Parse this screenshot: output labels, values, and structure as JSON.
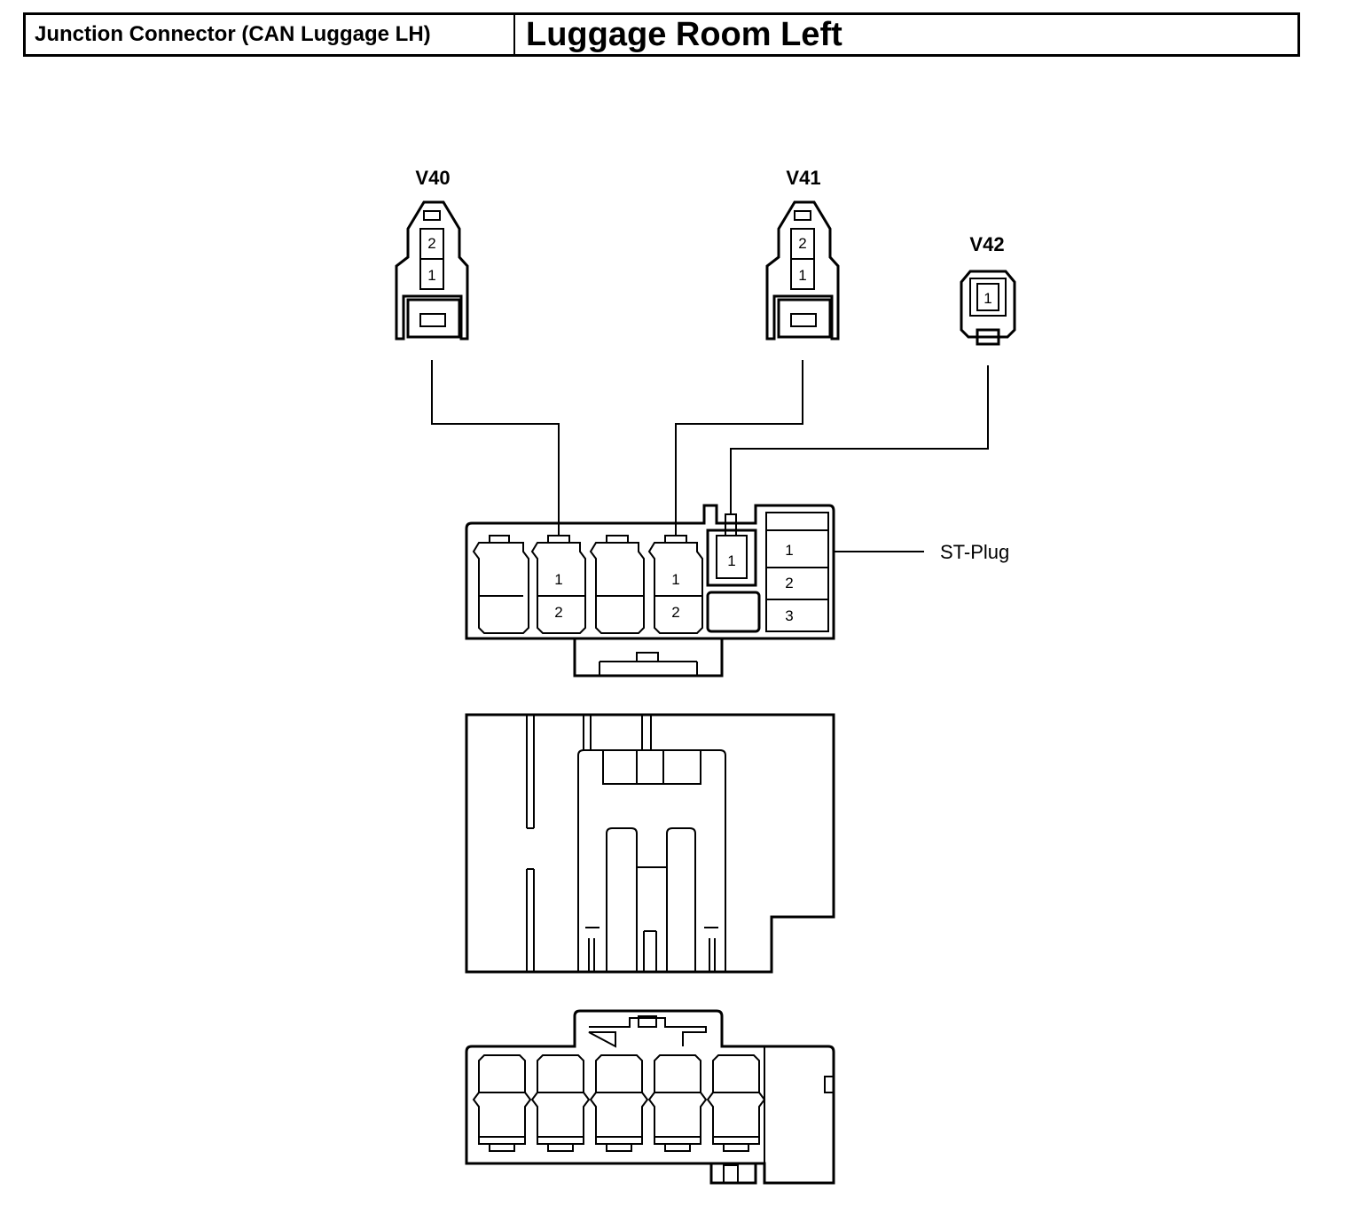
{
  "header": {
    "component": "Junction Connector (CAN Luggage LH)",
    "location": "Luggage Room Left"
  },
  "connectors": [
    {
      "id": "V40",
      "pins": [
        "2",
        "1"
      ]
    },
    {
      "id": "V41",
      "pins": [
        "2",
        "1"
      ]
    },
    {
      "id": "V42",
      "pins": [
        "1"
      ]
    }
  ],
  "junction": {
    "cavity_b_pins": [
      "1",
      "2"
    ],
    "cavity_d_pins": [
      "1",
      "2"
    ],
    "cavity_e_pin": "1",
    "st_plug_pins": [
      "1",
      "2",
      "3"
    ],
    "st_plug_label": "ST-Plug"
  }
}
